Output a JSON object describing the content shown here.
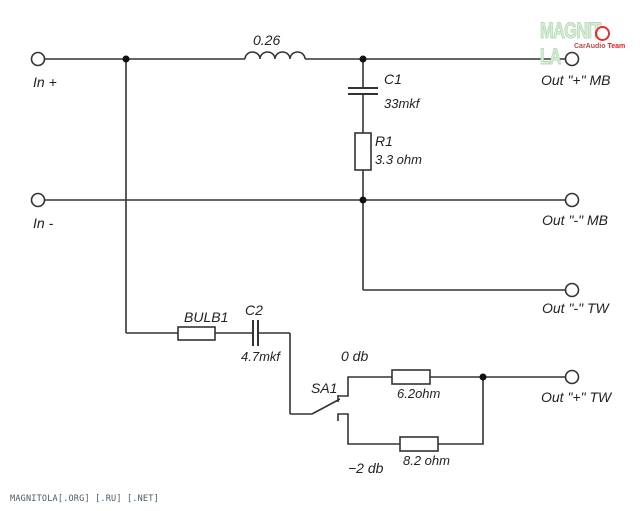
{
  "diagram": {
    "type": "crossover-circuit-schematic",
    "terminals": {
      "in_plus": "In +",
      "in_minus": "In -",
      "out_plus_mb": "Out \"+\" MB",
      "out_minus_mb": "Out \"-\" MB",
      "out_minus_tw": "Out \"-\" TW",
      "out_plus_tw": "Out \"+\" TW"
    },
    "components": {
      "inductor": {
        "value": "0.26"
      },
      "c1": {
        "name": "C1",
        "value": "33mkf"
      },
      "r1": {
        "name": "R1",
        "value": "3.3 ohm"
      },
      "bulb1": {
        "name": "BULB1"
      },
      "c2": {
        "name": "C2",
        "value": "4.7mkf"
      },
      "sa1": {
        "name": "SA1",
        "pos_0db": "0 db",
        "pos_minus2db": "−2 db"
      },
      "r_06": {
        "value": "6.2ohm"
      },
      "r_82": {
        "value": "8.2 ohm"
      }
    }
  },
  "watermark": {
    "logo_main": "MAGNIT LA",
    "logo_sub": "CarAudio",
    "logo_team": "Team",
    "footer": "MAGNITOLA[.ORG] [.RU] [.NET]"
  },
  "colors": {
    "wire": "#333333",
    "logo_green": "#d8ecd8",
    "logo_red": "#e03030"
  }
}
